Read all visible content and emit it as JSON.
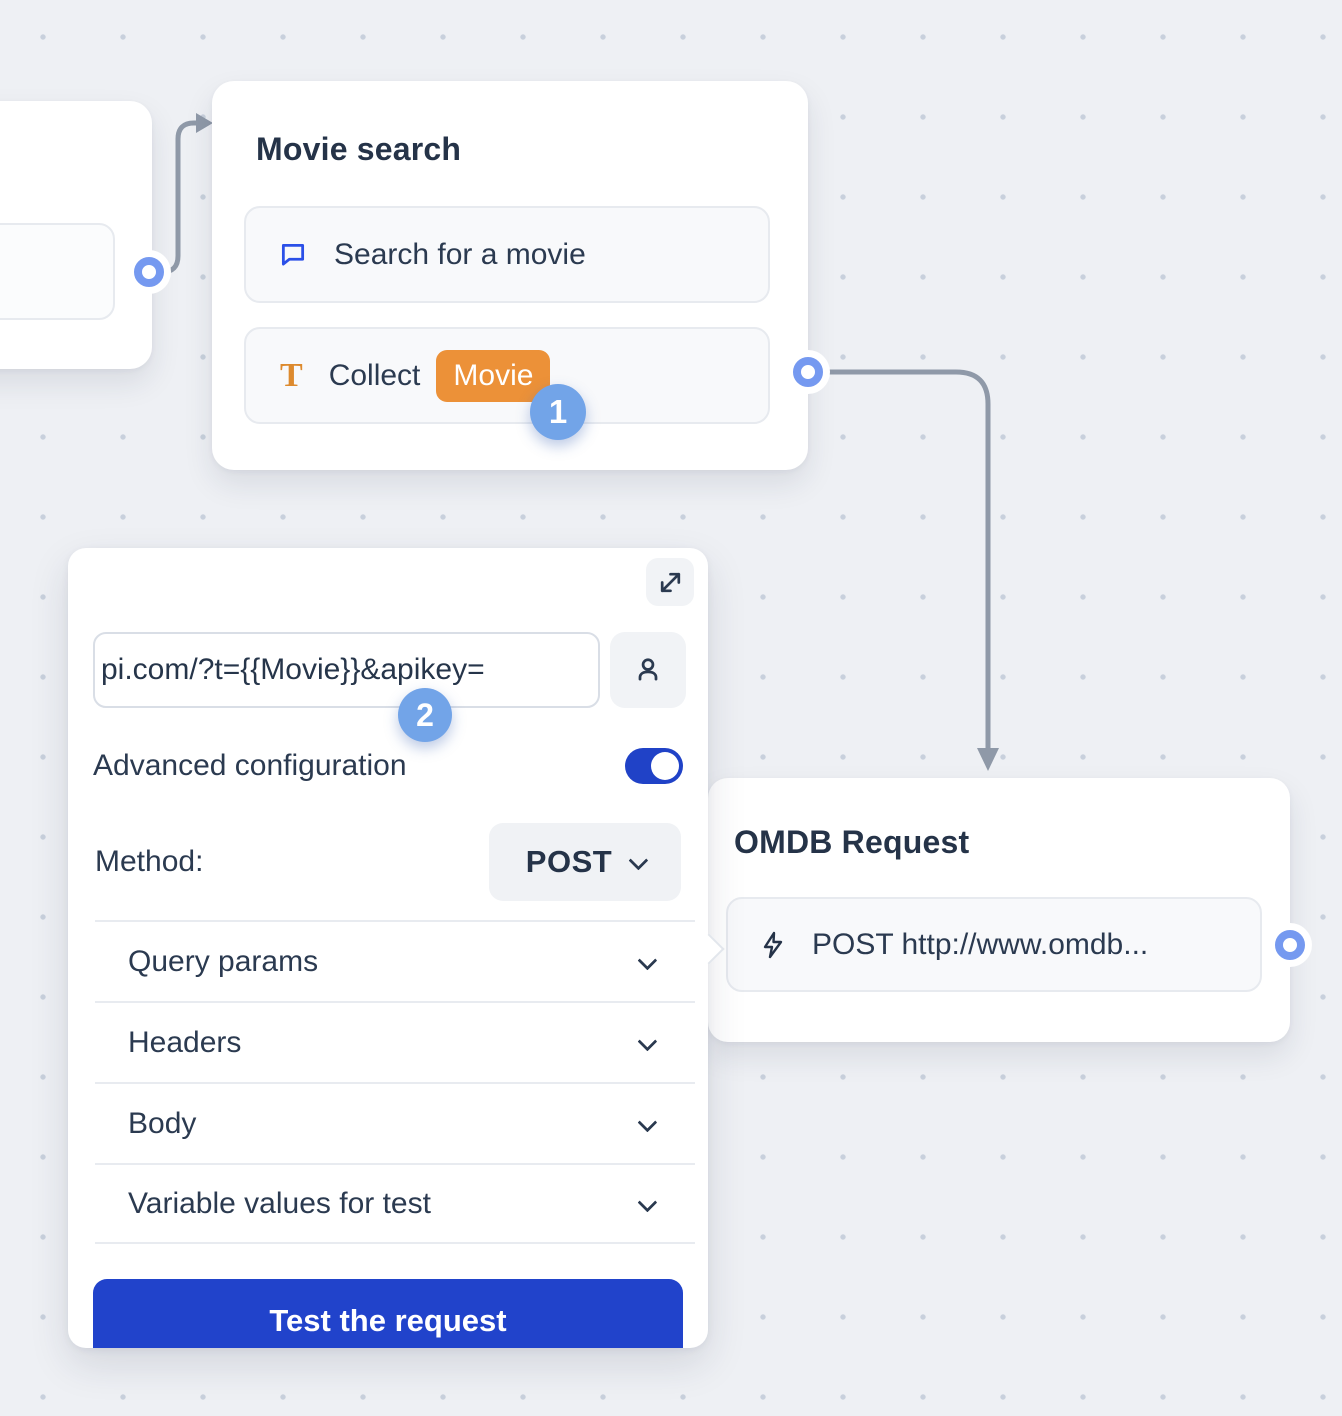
{
  "canvas": {
    "background_color": "#eef0f4",
    "dot_grid_color": "#c8d0dc"
  },
  "nodes": {
    "movie_search": {
      "title": "Movie search",
      "blocks": [
        {
          "icon": "chat-bubble-icon",
          "label": "Search for a movie"
        },
        {
          "icon": "text-input-icon",
          "label": "Collect",
          "variable_tag": "Movie"
        }
      ]
    },
    "omdb_request": {
      "title": "OMDB Request",
      "blocks": [
        {
          "icon": "lightning-icon",
          "label": "POST http://www.omdb..."
        }
      ]
    }
  },
  "step_badges": {
    "collect_step": "1",
    "url_step": "2"
  },
  "webhook_panel": {
    "url_input": {
      "value": "pi.com/?t={{Movie}}&apikey="
    },
    "advanced_configuration": {
      "label": "Advanced configuration",
      "enabled": true
    },
    "method": {
      "label": "Method:",
      "value": "POST"
    },
    "sections": [
      {
        "label": "Query params"
      },
      {
        "label": "Headers"
      },
      {
        "label": "Body"
      },
      {
        "label": "Variable values for test"
      }
    ],
    "test_button_label": "Test the request"
  },
  "colors": {
    "primary_blue": "#2143cb",
    "accent_icon_blue": "#2b50e8",
    "step_badge_blue": "#72a4e8",
    "variable_orange": "#ec9138",
    "port_ring_blue": "#7599f0",
    "connector_gray": "#8f99a8",
    "text_navy": "#2b3a50"
  }
}
